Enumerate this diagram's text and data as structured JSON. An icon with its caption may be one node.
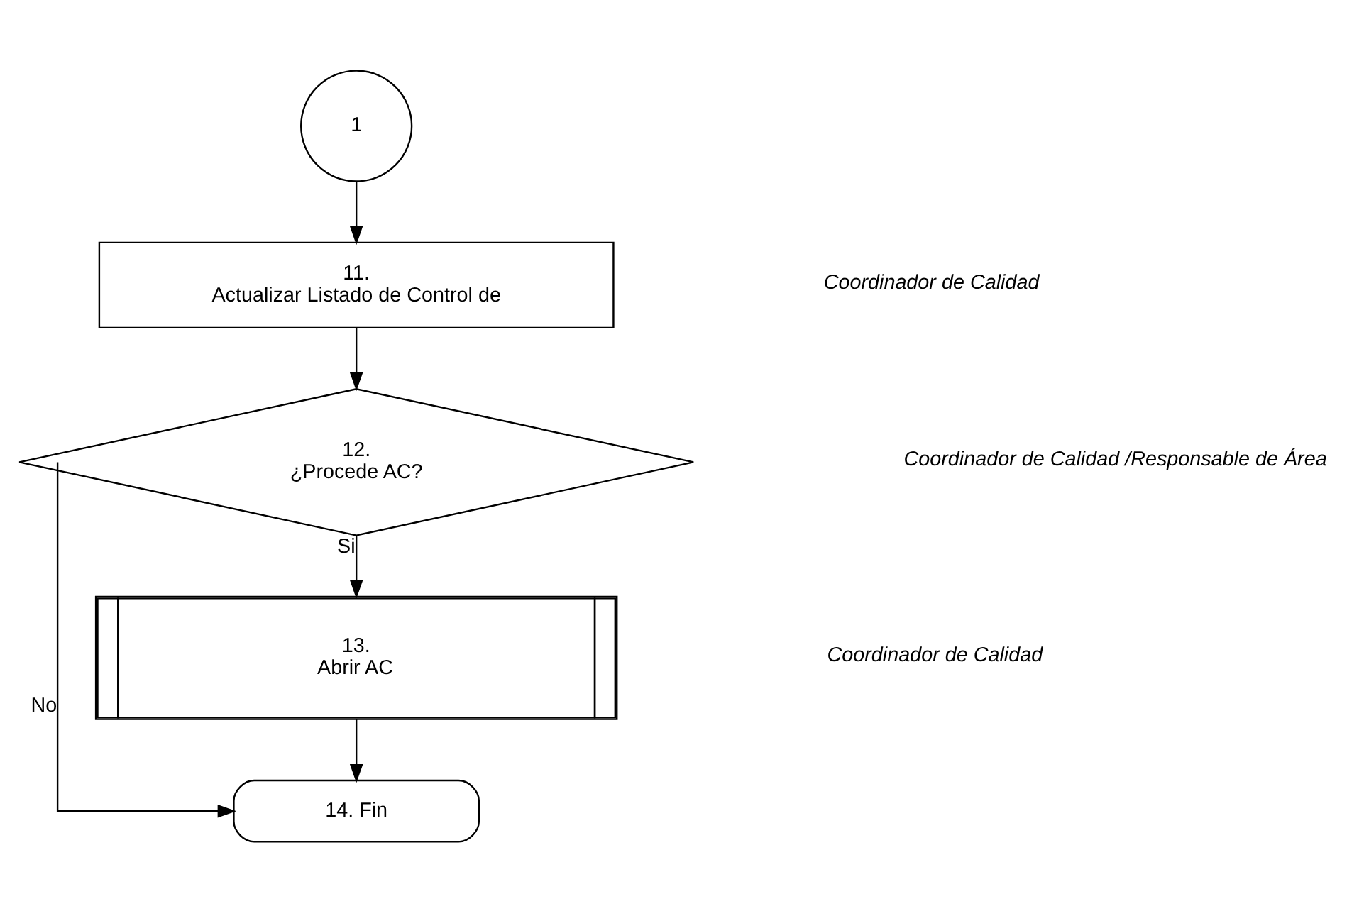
{
  "diagram": {
    "nodes": [
      {
        "text": [
          "1"
        ]
      },
      {
        "text": [
          "11.",
          "Actualizar Listado de Control de"
        ]
      },
      {
        "text": [
          "12.",
          "¿Procede AC?"
        ]
      },
      {
        "text": [
          "13.",
          "Abrir AC"
        ]
      },
      {
        "text": [
          "14. Fin"
        ]
      }
    ],
    "edges": [
      {
        "from": 0,
        "to": 1,
        "arrow": "to"
      },
      {
        "from": 1,
        "to": 2,
        "arrow": "to"
      },
      {
        "from": 2,
        "to": 3,
        "arrow": "to",
        "label": "Si"
      },
      {
        "from": 3,
        "to": 4,
        "arrow": "to"
      },
      {
        "from": 2,
        "to": 4,
        "arrow": "to",
        "label": "No"
      }
    ],
    "labels": [
      "Coordinador de Calidad",
      "Coordinador de Calidad /Responsable de Área",
      "Coordinador de Calidad"
    ]
  }
}
